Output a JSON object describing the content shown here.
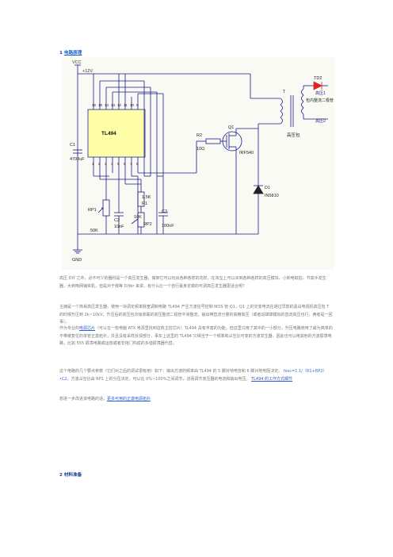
{
  "section1": {
    "number": "1",
    "title": "电路原理"
  },
  "schematic": {
    "vcc": "VCC",
    "v12": "+12V",
    "ic": "TL494",
    "c1": "C1",
    "c1v": "4700uF",
    "gnd": "GND",
    "r2": "R2",
    "r2v": "10Ω",
    "q1": "Q1",
    "q1v": "IRF540",
    "t": "T",
    "hv": "高压包",
    "td2": "TD2",
    "td2v": "包内整流二极管",
    "hv1": "高压1",
    "hv2": "高压2",
    "d1": "D1",
    "d1v": "IN5810",
    "rp1": "RP1",
    "rp1v": "50K",
    "r1": "R1",
    "r1v": "1.5K",
    "c2": "C2",
    "c2v": "10nF",
    "rp2v": "10K",
    "rp2": "RP2",
    "c3": "C3",
    "c3v": "100nF",
    "pins_top": [
      "16",
      "15",
      "14",
      "13",
      "12",
      "11",
      "10",
      "9"
    ],
    "pins_bottom": [
      "1",
      "2",
      "3",
      "4",
      "5",
      "6",
      "7",
      "8"
    ]
  },
  "paragraphs": {
    "p1": "高压 DIY 之中，必不可少的器材是一个高压发生器，做架它可以玩出各种各样的花样，在淘宝上可以买到各种各样的高压模块、小到电蚊拍，节高手发生器，大到电网铺资机，但是对于我等 DIYer 来讲，有什么比一个自行最身定做的可调高压发生器更适合呢？",
    "p2a": "主拥是一个简易高压发生器，使用一块调定频率脉宽调制电路 TL494 产生方波信号控制 MOS 管 Q1，Q1 上的交变电流在通过早款的黑白电视机高压包 T 的时候升压到 2k~10kV，升压后的高压包次级单联的高压整流二极管平滑整流，输出带直流分量的高精高压（或者说肆肆模拟的直流高压也行，两者是一回事）。",
    "p3_pre": "作为专业的",
    "p3_link": "电源芯片",
    "p3_post": "（可以在一些电脑 ATX 电源里找到这枚主控芯片）TL494 具有丰富的功能，但这里只用了其中的一小部分，升压电路使用了最为简单的不带被复位的单管正激拓扑，并且没有采样反馈部分，事实上这里的 TL494 只相当于一个频率和占空比可变的方波发生器，因此也可以用其他的方波振荡电路，比如 555 振荡电路或运放或者非拖门构成的多谐振荡器代替。",
    "p4": "这个电路的几个要点参数（它们对之后的调试很有用）如下：输出方波的频率由 TL494 的 5 脚对地电容和 6 脚对地电阻决定。",
    "p5_formula": "fosc=1.1/（R1+RP2）•C2，",
    "p5_rest": "方波占空比由 RP1 上的分压决定，可以在 0%~100%之间调节，进而调节变压器的电流和输出电压。",
    "p5_link": "TL494 的工作方式细节",
    "p6_pre": "想进一步改进该电路的话，",
    "p6_link": "更多可用的正激电源拓扑"
  },
  "section2": {
    "number": "2",
    "title": "材料准备"
  }
}
